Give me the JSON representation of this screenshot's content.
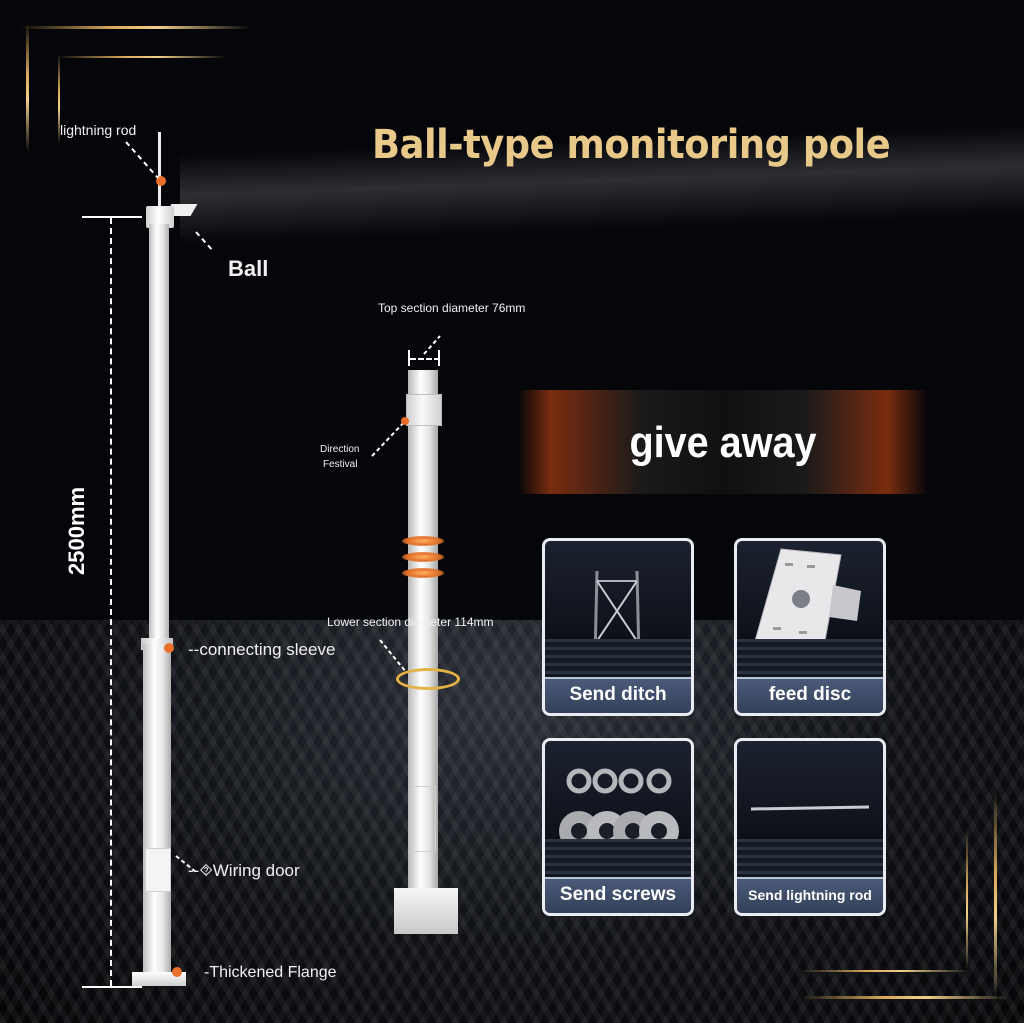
{
  "title": "Ball-type monitoring pole",
  "left_pole": {
    "callouts": {
      "lightning_rod": "lightning rod",
      "ball": "Ball",
      "connecting_sleeve": "--connecting sleeve",
      "wiring_door": "--⯑Wiring door",
      "flange": "-Thickened Flange"
    },
    "height_label": "2500mm"
  },
  "middle_pole": {
    "top_diameter": "Top section diameter 76mm",
    "direction_festival": [
      "Direction",
      "Festival"
    ],
    "lower_diameter": "Lower section diameter 114mm"
  },
  "giveaway": {
    "banner": "give away",
    "items": [
      {
        "label": "Send ditch",
        "icon": "anchor-cage-icon"
      },
      {
        "label": "feed disc",
        "icon": "mounting-plate-icon"
      },
      {
        "label": "Send screws",
        "icon": "washers-icon"
      },
      {
        "label": "Send lightning rod",
        "icon": "lightning-rod-icon"
      }
    ]
  },
  "colors": {
    "title_gold": "#e8c98a",
    "accent_orange": "#e8702a",
    "frame_gold": "#d8a85a",
    "card_caption": "#3c4a66"
  }
}
